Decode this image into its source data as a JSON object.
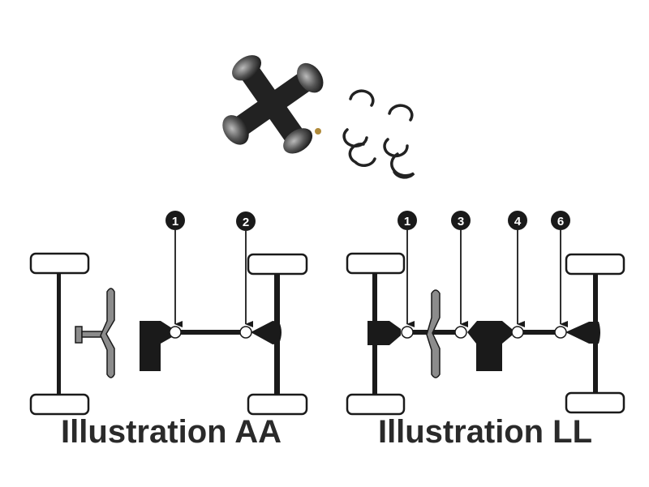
{
  "product": {
    "name": "universal-joint-with-snap-rings"
  },
  "illustrations": [
    {
      "caption": "Illustration AA",
      "markers": [
        "1",
        "2"
      ]
    },
    {
      "caption": "Illustration LL",
      "markers": [
        "1",
        "3",
        "4",
        "6"
      ]
    }
  ],
  "colors": {
    "ink": "#1a1a1a",
    "steering": "#8c8c8c",
    "caption": "#2a2a2a"
  }
}
